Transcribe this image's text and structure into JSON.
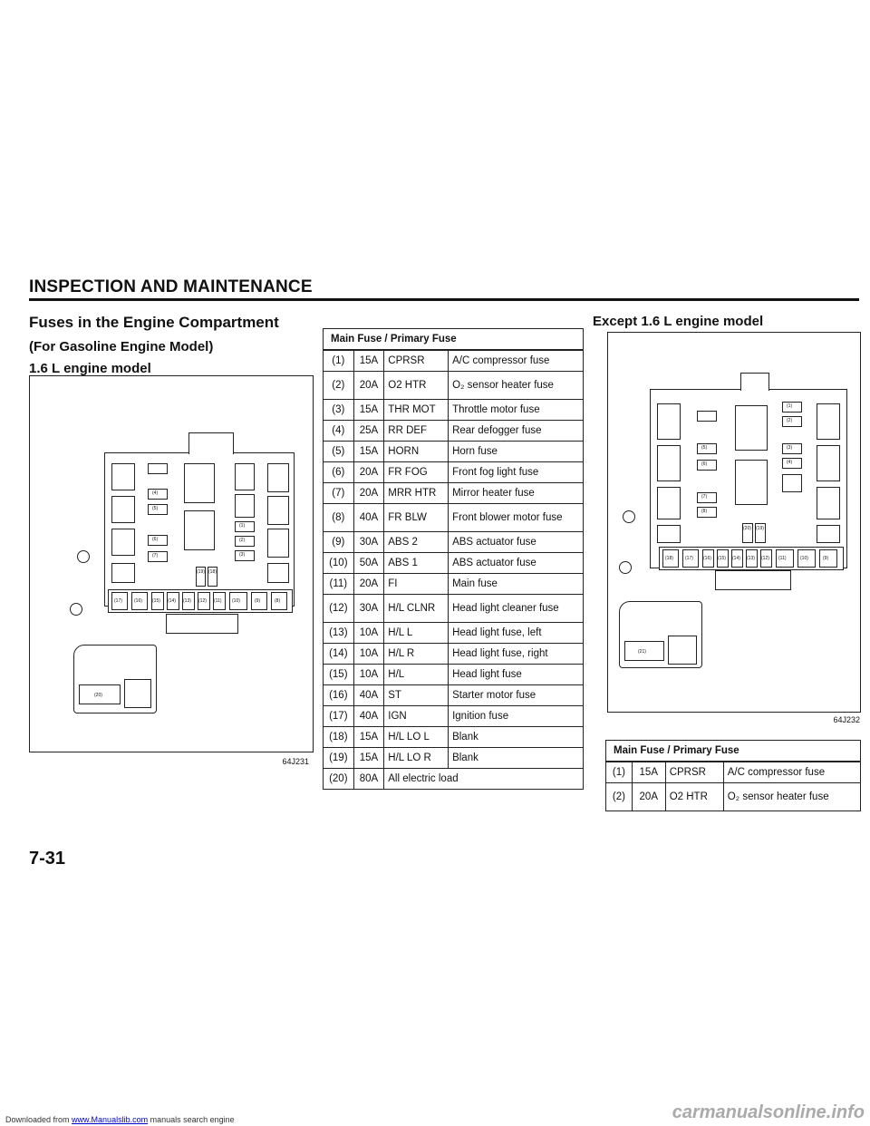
{
  "header": {
    "title": "INSPECTION AND MAINTENANCE"
  },
  "left": {
    "heading": "Fuses in the Engine Compartment",
    "subheading": "(For Gasoline Engine Model)",
    "model": "1.6 L engine model",
    "figure_code": "64J231",
    "fuse_labels": [
      "(1)",
      "(2)",
      "(3)",
      "(4)",
      "(5)",
      "(6)",
      "(7)",
      "(8)",
      "(9)",
      "(10)",
      "(11)",
      "(12)",
      "(13)",
      "(14)",
      "(15)",
      "(16)",
      "(17)",
      "(18)",
      "(19)",
      "(20)"
    ]
  },
  "center_table": {
    "title": "Main Fuse / Primary Fuse",
    "rows": [
      {
        "no": "(1)",
        "amp": "15A",
        "code": "CPRSR",
        "desc": "A/C compressor fuse"
      },
      {
        "no": "(2)",
        "amp": "20A",
        "code": "O2 HTR",
        "desc": "O₂ sensor heater fuse"
      },
      {
        "no": "(3)",
        "amp": "15A",
        "code": "THR MOT",
        "desc": "Throttle motor fuse"
      },
      {
        "no": "(4)",
        "amp": "25A",
        "code": "RR DEF",
        "desc": "Rear defogger fuse"
      },
      {
        "no": "(5)",
        "amp": "15A",
        "code": "HORN",
        "desc": "Horn fuse"
      },
      {
        "no": "(6)",
        "amp": "20A",
        "code": "FR FOG",
        "desc": "Front fog light fuse"
      },
      {
        "no": "(7)",
        "amp": "20A",
        "code": "MRR HTR",
        "desc": "Mirror heater fuse"
      },
      {
        "no": "(8)",
        "amp": "40A",
        "code": "FR BLW",
        "desc": "Front blower motor fuse"
      },
      {
        "no": "(9)",
        "amp": "30A",
        "code": "ABS 2",
        "desc": "ABS actuator fuse"
      },
      {
        "no": "(10)",
        "amp": "50A",
        "code": "ABS 1",
        "desc": "ABS actuator fuse"
      },
      {
        "no": "(11)",
        "amp": "20A",
        "code": "FI",
        "desc": "Main fuse"
      },
      {
        "no": "(12)",
        "amp": "30A",
        "code": "H/L CLNR",
        "desc": "Head light cleaner fuse"
      },
      {
        "no": "(13)",
        "amp": "10A",
        "code": "H/L L",
        "desc": "Head light fuse, left"
      },
      {
        "no": "(14)",
        "amp": "10A",
        "code": "H/L R",
        "desc": "Head light fuse, right"
      },
      {
        "no": "(15)",
        "amp": "10A",
        "code": "H/L",
        "desc": "Head light fuse"
      },
      {
        "no": "(16)",
        "amp": "40A",
        "code": "ST",
        "desc": "Starter motor fuse"
      },
      {
        "no": "(17)",
        "amp": "40A",
        "code": "IGN",
        "desc": "Ignition fuse"
      },
      {
        "no": "(18)",
        "amp": "15A",
        "code": "H/L LO L",
        "desc": "Blank"
      },
      {
        "no": "(19)",
        "amp": "15A",
        "code": "H/L LO R",
        "desc": "Blank"
      },
      {
        "no": "(20)",
        "amp": "80A",
        "code": "All electric load",
        "desc": ""
      }
    ]
  },
  "right": {
    "model": "Except 1.6 L engine model",
    "figure_code": "64J232",
    "fuse_labels": [
      "(1)",
      "(2)",
      "(3)",
      "(4)",
      "(5)",
      "(6)",
      "(7)",
      "(8)",
      "(9)",
      "(10)",
      "(11)",
      "(12)",
      "(13)",
      "(14)",
      "(15)",
      "(16)",
      "(17)",
      "(18)",
      "(19)",
      "(20)",
      "(21)"
    ],
    "table": {
      "title": "Main Fuse / Primary Fuse",
      "rows": [
        {
          "no": "(1)",
          "amp": "15A",
          "code": "CPRSR",
          "desc": "A/C compressor fuse"
        },
        {
          "no": "(2)",
          "amp": "20A",
          "code": "O2 HTR",
          "desc": "O₂ sensor heater fuse"
        }
      ]
    }
  },
  "page_number": "7-31",
  "footer": {
    "prefix": "Downloaded from ",
    "link": "www.Manualslib.com",
    "suffix": " manuals search engine"
  },
  "watermark": "carmanualsonline.info"
}
